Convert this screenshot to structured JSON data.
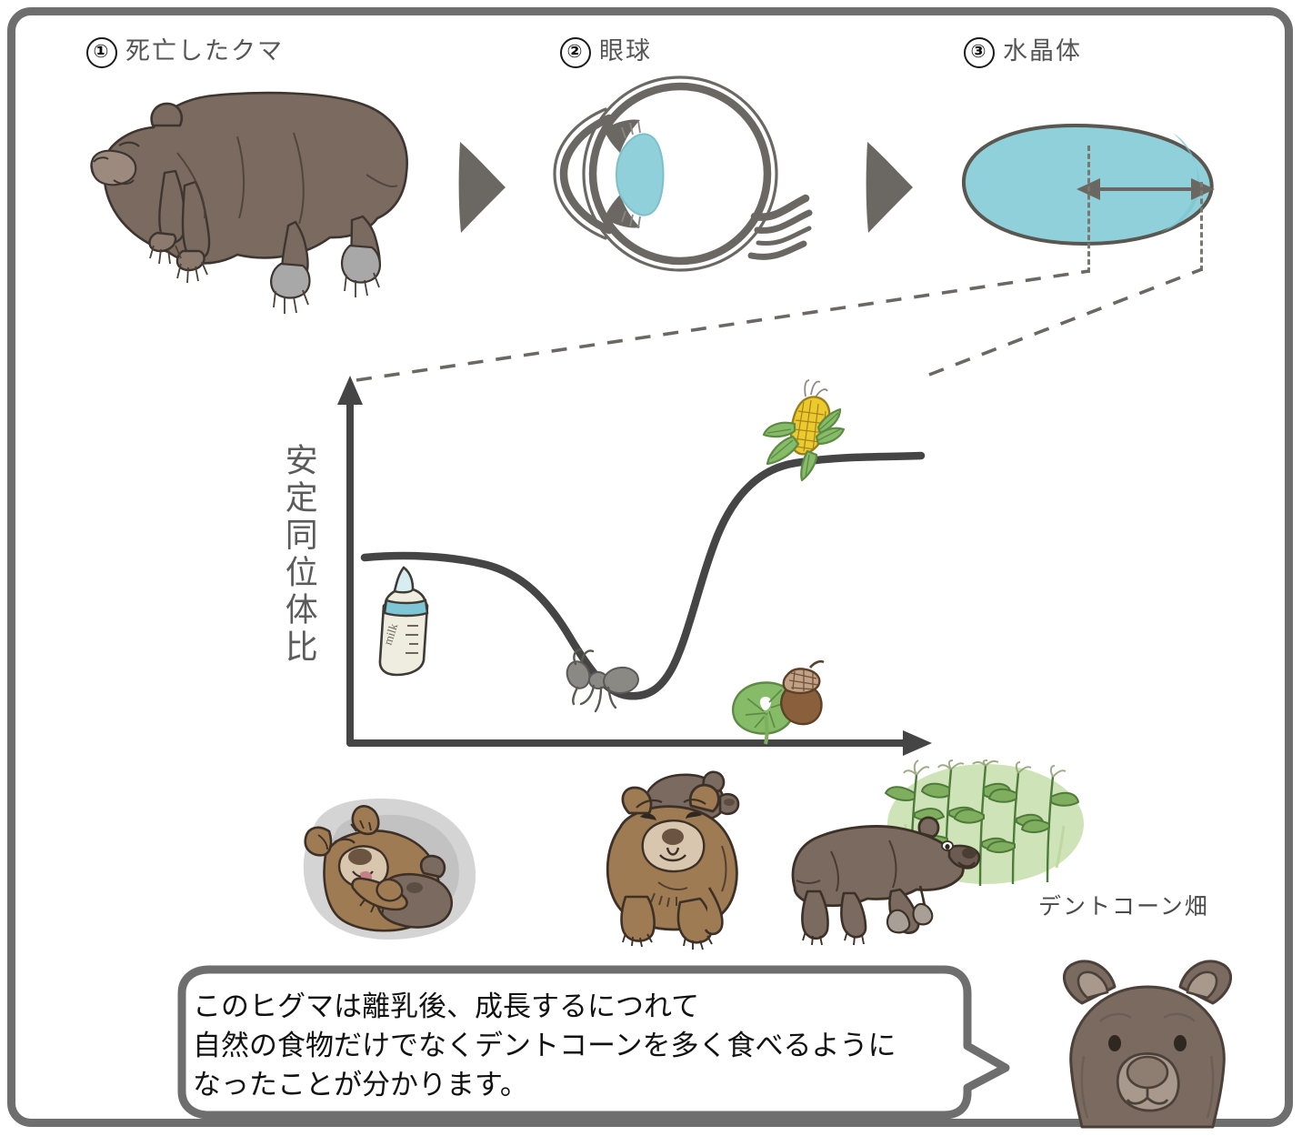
{
  "figure": {
    "title_steps": [
      {
        "number": "①",
        "label": "死亡したクマ",
        "icon": "dead-bear-icon"
      },
      {
        "number": "②",
        "label": "眼球",
        "icon": "eyeball-icon"
      },
      {
        "number": "③",
        "label": "水晶体",
        "icon": "crystalline-lens-icon"
      }
    ],
    "colors": {
      "frame_gray": "#6e6e6e",
      "ink_gray": "#5b5b5b",
      "lens_blue": "#8fd0da",
      "bear_brown": "#7a6a5f",
      "bear_light_brown": "#9e7b52",
      "corn_yellow": "#e8c52b",
      "leaf_green": "#7fb069",
      "acorn_brown": "#8a5f3c"
    }
  },
  "chart_data": {
    "type": "line",
    "title": "",
    "xlabel": "",
    "ylabel": "安定同位体比",
    "x": [
      0,
      1,
      2,
      3,
      4,
      5,
      6,
      7,
      8,
      9,
      10
    ],
    "values": [
      62,
      62,
      60,
      54,
      42,
      30,
      25,
      24,
      34,
      62,
      80
    ],
    "ylim": [
      0,
      100
    ],
    "xlim": [
      0,
      10
    ],
    "grid": false,
    "legend": "none",
    "annotations": [
      {
        "name": "milk-bottle-icon",
        "label": "milk",
        "x": 0.7,
        "y": 45,
        "meaning": "授乳期・母乳"
      },
      {
        "name": "ant-icon",
        "label": "",
        "x": 3.2,
        "y": 16,
        "meaning": "アリなど昆虫食"
      },
      {
        "name": "acorn-leaf-icon",
        "label": "",
        "x": 6.3,
        "y": 8,
        "meaning": "ドングリ・植物"
      },
      {
        "name": "corn-icon",
        "label": "",
        "x": 8.3,
        "y": 92,
        "meaning": "デントコーン"
      }
    ]
  },
  "life_stages": [
    {
      "name": "denning-bear-with-cub",
      "caption": ""
    },
    {
      "name": "mother-bear-with-cub-on-back",
      "caption": ""
    },
    {
      "name": "adult-bear-eating-corn",
      "caption": ""
    }
  ],
  "field": {
    "label": "デントコーン畑"
  },
  "speech": {
    "text": "このヒグマは離乳後、成長するにつれて\n自然の食物だけでなくデントコーンを多く食べるように\nなったことが分かります。",
    "speaker_icon": "bear-head-icon"
  },
  "measure": {
    "arrow_name": "lens-radius-arrow",
    "label": ""
  }
}
